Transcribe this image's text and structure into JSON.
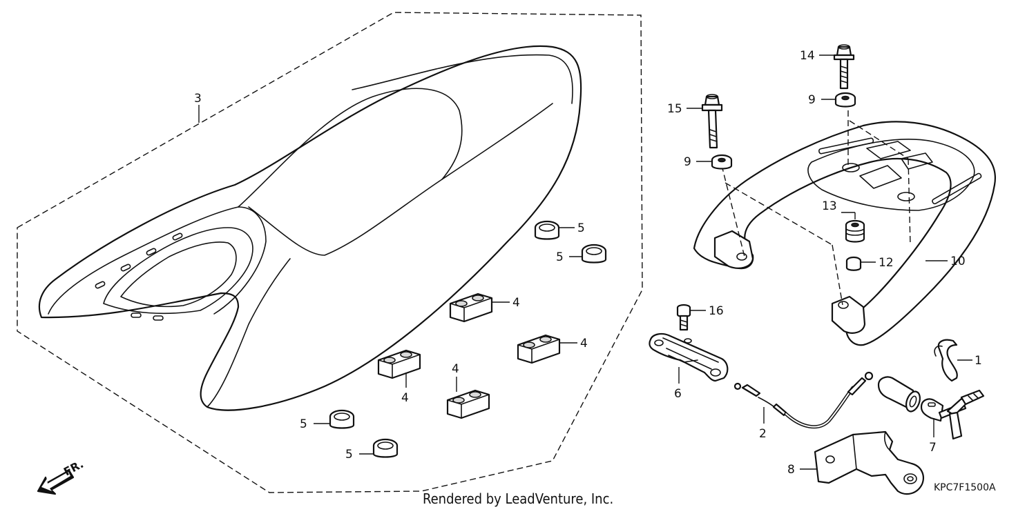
{
  "diagram_code": "KPC7F1500A",
  "credit": "Rendered by LeadVenture, Inc.",
  "front_marker": "FR.",
  "callouts": {
    "c1": "1",
    "c2": "2",
    "c3": "3",
    "c4a": "4",
    "c4b": "4",
    "c4c": "4",
    "c4d": "4",
    "c5a": "5",
    "c5b": "5",
    "c5c": "5",
    "c5d": "5",
    "c6": "6",
    "c7": "7",
    "c8": "8",
    "c9a": "9",
    "c9b": "9",
    "c10": "10",
    "c12": "12",
    "c13": "13",
    "c14": "14",
    "c15": "15",
    "c16": "16"
  }
}
